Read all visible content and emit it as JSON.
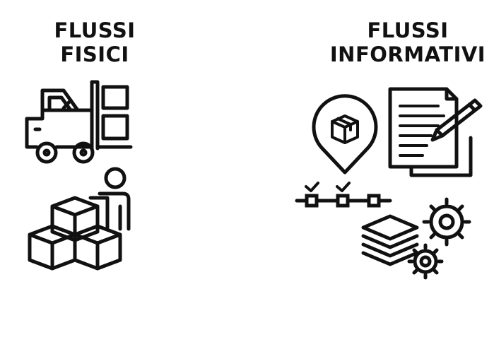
{
  "left": {
    "title_line1": "FLUSSI",
    "title_line2": "FISICI"
  },
  "right": {
    "title_line1": "FLUSSI",
    "title_line2": "INFORMATIVI"
  },
  "icons": [
    "forklift-icon",
    "person-with-boxes-icon",
    "location-package-icon",
    "document-pen-icon",
    "checked-timeline-icon",
    "layers-icon",
    "gears-icon"
  ],
  "colors": {
    "foreground": "#111111",
    "background": "#ffffff"
  }
}
